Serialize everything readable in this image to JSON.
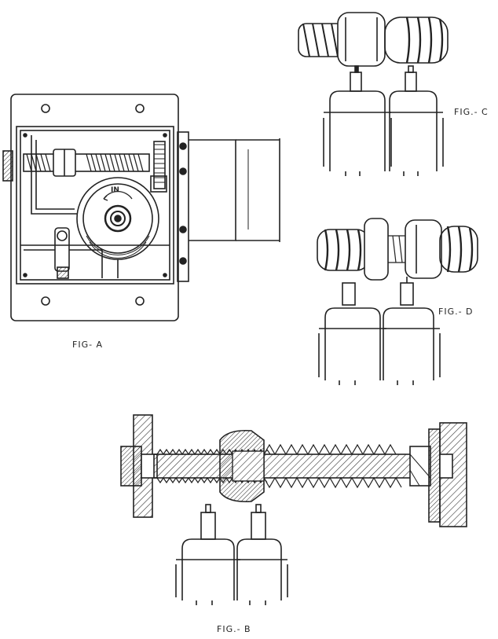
{
  "figures": {
    "a": {
      "caption": "FIG- A",
      "dial_marker": "IN"
    },
    "b": {
      "caption": "FIG.- B"
    },
    "c": {
      "caption": "FIG.- C"
    },
    "d": {
      "caption": "FIG.- D"
    }
  }
}
